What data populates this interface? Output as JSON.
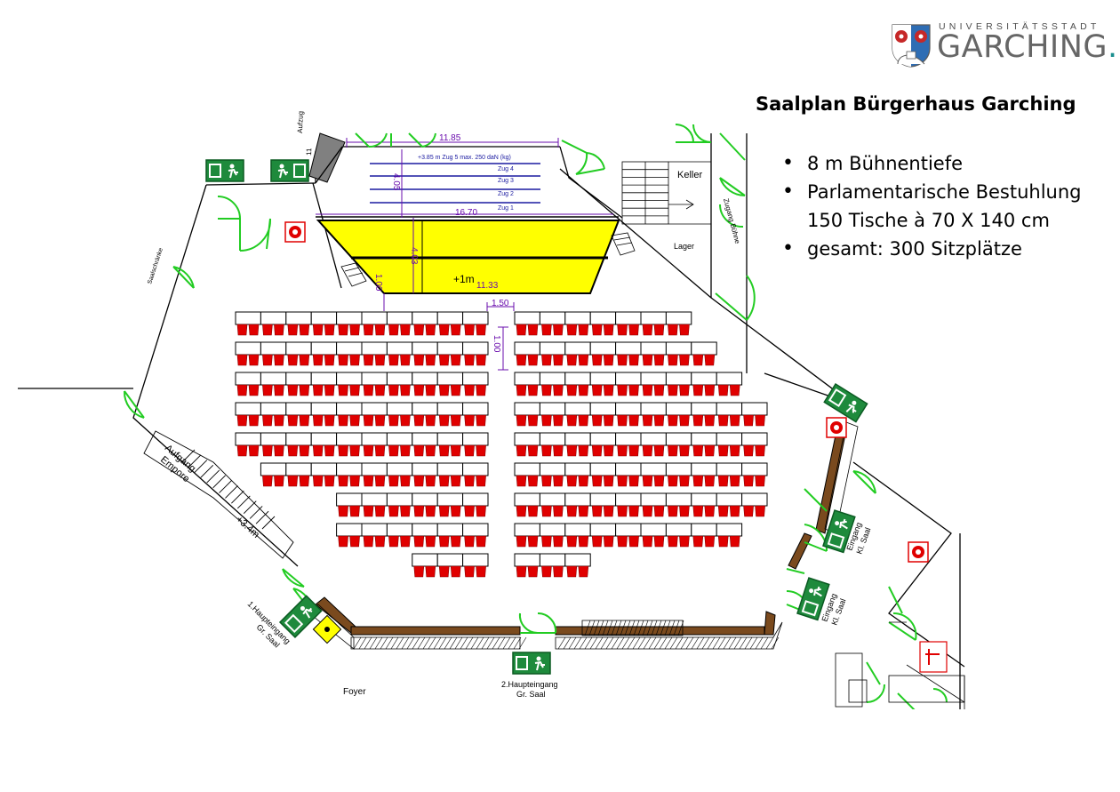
{
  "logo": {
    "city_prefix": "UNIVERSITÄTSSTADT",
    "city_name": "GARCHING",
    "city_dot": "."
  },
  "title": "Saalplan Bürgerhaus Garching",
  "facts": [
    "8 m Bühnentiefe",
    "Parlamentarische Bestuhlung",
    "150 Tische à 70 X 140 cm",
    "gesamt: 300 Sitzplätze"
  ],
  "plan": {
    "stage": {
      "width_top": "11.85",
      "width_mid": "16.70",
      "width_front": "11.33",
      "depth": "4.05",
      "depth2": "4.03",
      "height_label": "+1m",
      "rigging_header": "+3.85 m     Zug 5 max. 250 daN (kg)",
      "pulls": [
        "Zug 4",
        "Zug 3",
        "Zug 2",
        "Zug 1"
      ]
    },
    "dimensions": {
      "aisle_width": "1.50",
      "row_gap": "1.00",
      "front_gap": "1.00"
    },
    "labels": {
      "lift": "Aufzug",
      "lift_num": "11",
      "keller": "Keller",
      "lager": "Lager",
      "zugang_buehne": "Zugang Bühne",
      "saalschraenke": "Saalschränke",
      "aufgang_top": "Aufgang",
      "aufgang_bottom": "Empore",
      "gallery_height": "+3.4m",
      "main_entrance_1a": "1.Haupteingang",
      "main_entrance_1b": "Gr. Saal",
      "main_entrance_2a": "2.Haupteingang",
      "main_entrance_2b": "Gr. Saal",
      "eingang_ks1a": "Eingang",
      "eingang_ks1b": "Kl. Saal",
      "eingang_ks2a": "Eingang",
      "eingang_ks2b": "Kl. Saal",
      "foyer": "Foyer"
    },
    "seating": {
      "left_block_rows": [
        {
          "count": 10,
          "start": 0
        },
        {
          "count": 10,
          "start": 0
        },
        {
          "count": 10,
          "start": 0
        },
        {
          "count": 10,
          "start": 0
        },
        {
          "count": 10,
          "start": 0
        },
        {
          "count": 9,
          "start": 1
        },
        {
          "count": 6,
          "start": 4
        },
        {
          "count": 6,
          "start": 4
        },
        {
          "count": 3,
          "start": 7
        }
      ],
      "right_block_rows": [
        {
          "count": 7
        },
        {
          "count": 8
        },
        {
          "count": 9
        },
        {
          "count": 10
        },
        {
          "count": 10
        },
        {
          "count": 10
        },
        {
          "count": 10
        },
        {
          "count": 9
        },
        {
          "count": 3
        }
      ]
    },
    "colors": {
      "stage": "#ffff00",
      "wall": "#000000",
      "door": "#22cc22",
      "exit_sign": "#1e8a3c",
      "chair": "#e00000",
      "brown_wall": "#7a4a1e",
      "dimension": "#6a0dad",
      "rigging": "#1a1aa0"
    }
  }
}
